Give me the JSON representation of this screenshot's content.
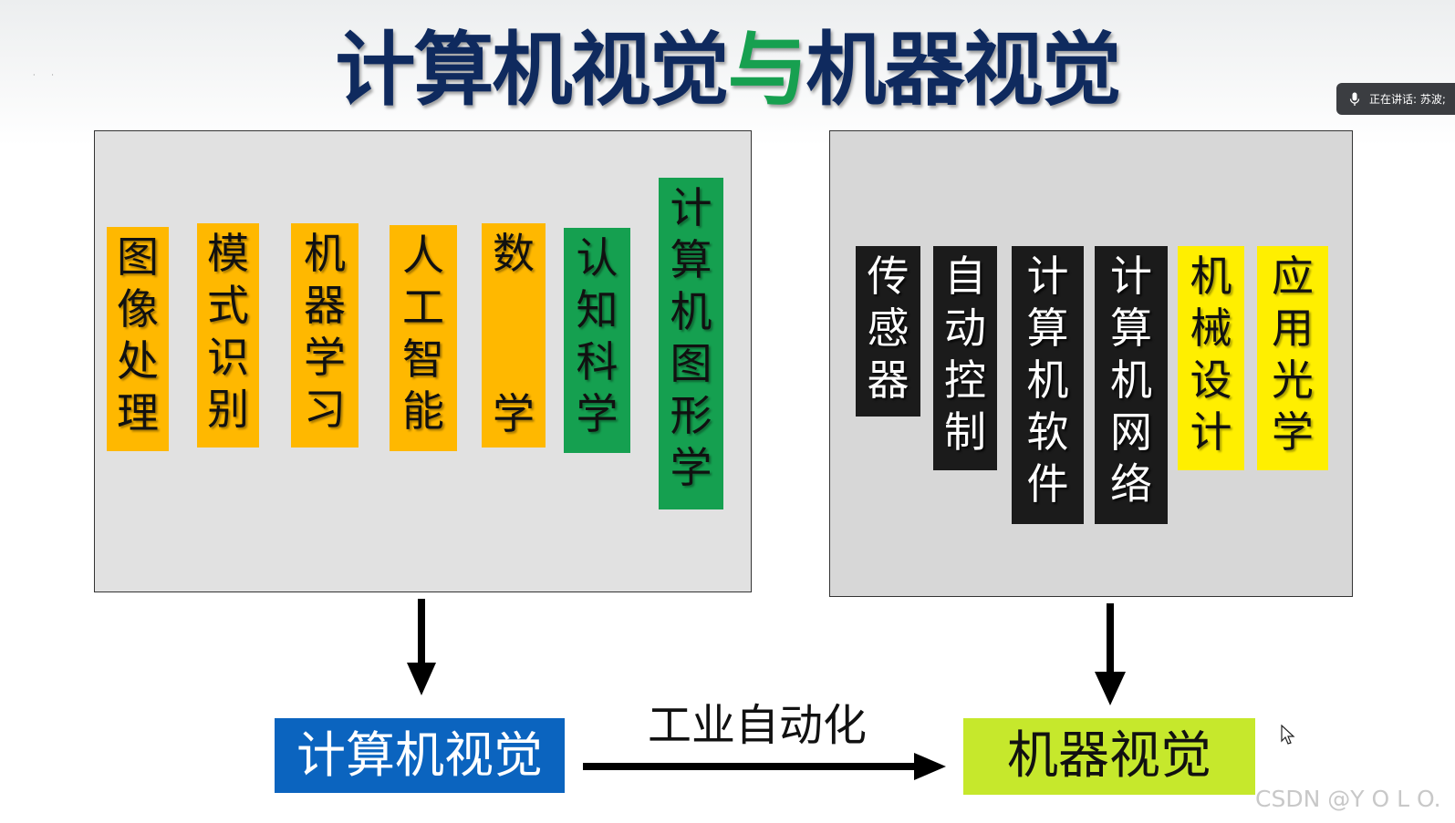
{
  "title": {
    "part1": "计算机视觉",
    "connector": "与",
    "part2": "机器视觉"
  },
  "speaker": {
    "label": "正在讲话: 苏波;"
  },
  "left_panel": {
    "boxes": [
      {
        "text": "图像处理",
        "color": "orange"
      },
      {
        "text": "模式识别",
        "color": "orange"
      },
      {
        "text": "机器学习",
        "color": "orange"
      },
      {
        "text": "人工智能",
        "color": "orange"
      },
      {
        "text": "数学",
        "color": "orange"
      },
      {
        "text": "认知科学",
        "color": "green"
      },
      {
        "text": "计算机图形学",
        "color": "green"
      }
    ]
  },
  "right_panel": {
    "boxes": [
      {
        "text": "传感器",
        "color": "black"
      },
      {
        "text": "自动控制",
        "color": "black"
      },
      {
        "text": "计算机软件",
        "color": "black"
      },
      {
        "text": "计算机网络",
        "color": "black"
      },
      {
        "text": "机械设计",
        "color": "yellow"
      },
      {
        "text": "应用光学",
        "color": "yellow"
      }
    ]
  },
  "flow": {
    "computer_vision": "计算机视觉",
    "industrial_automation": "工业自动化",
    "machine_vision": "机器视觉"
  },
  "colors": {
    "title_dark": "#0f2a5e",
    "title_green": "#17a050",
    "orange": "#ffb800",
    "green": "#15a050",
    "black": "#1b1b1b",
    "yellow": "#ffef00",
    "cv_blue": "#0b64bf",
    "mv_lime": "#c6e82c"
  },
  "watermark": "CSDN @Y O L O."
}
